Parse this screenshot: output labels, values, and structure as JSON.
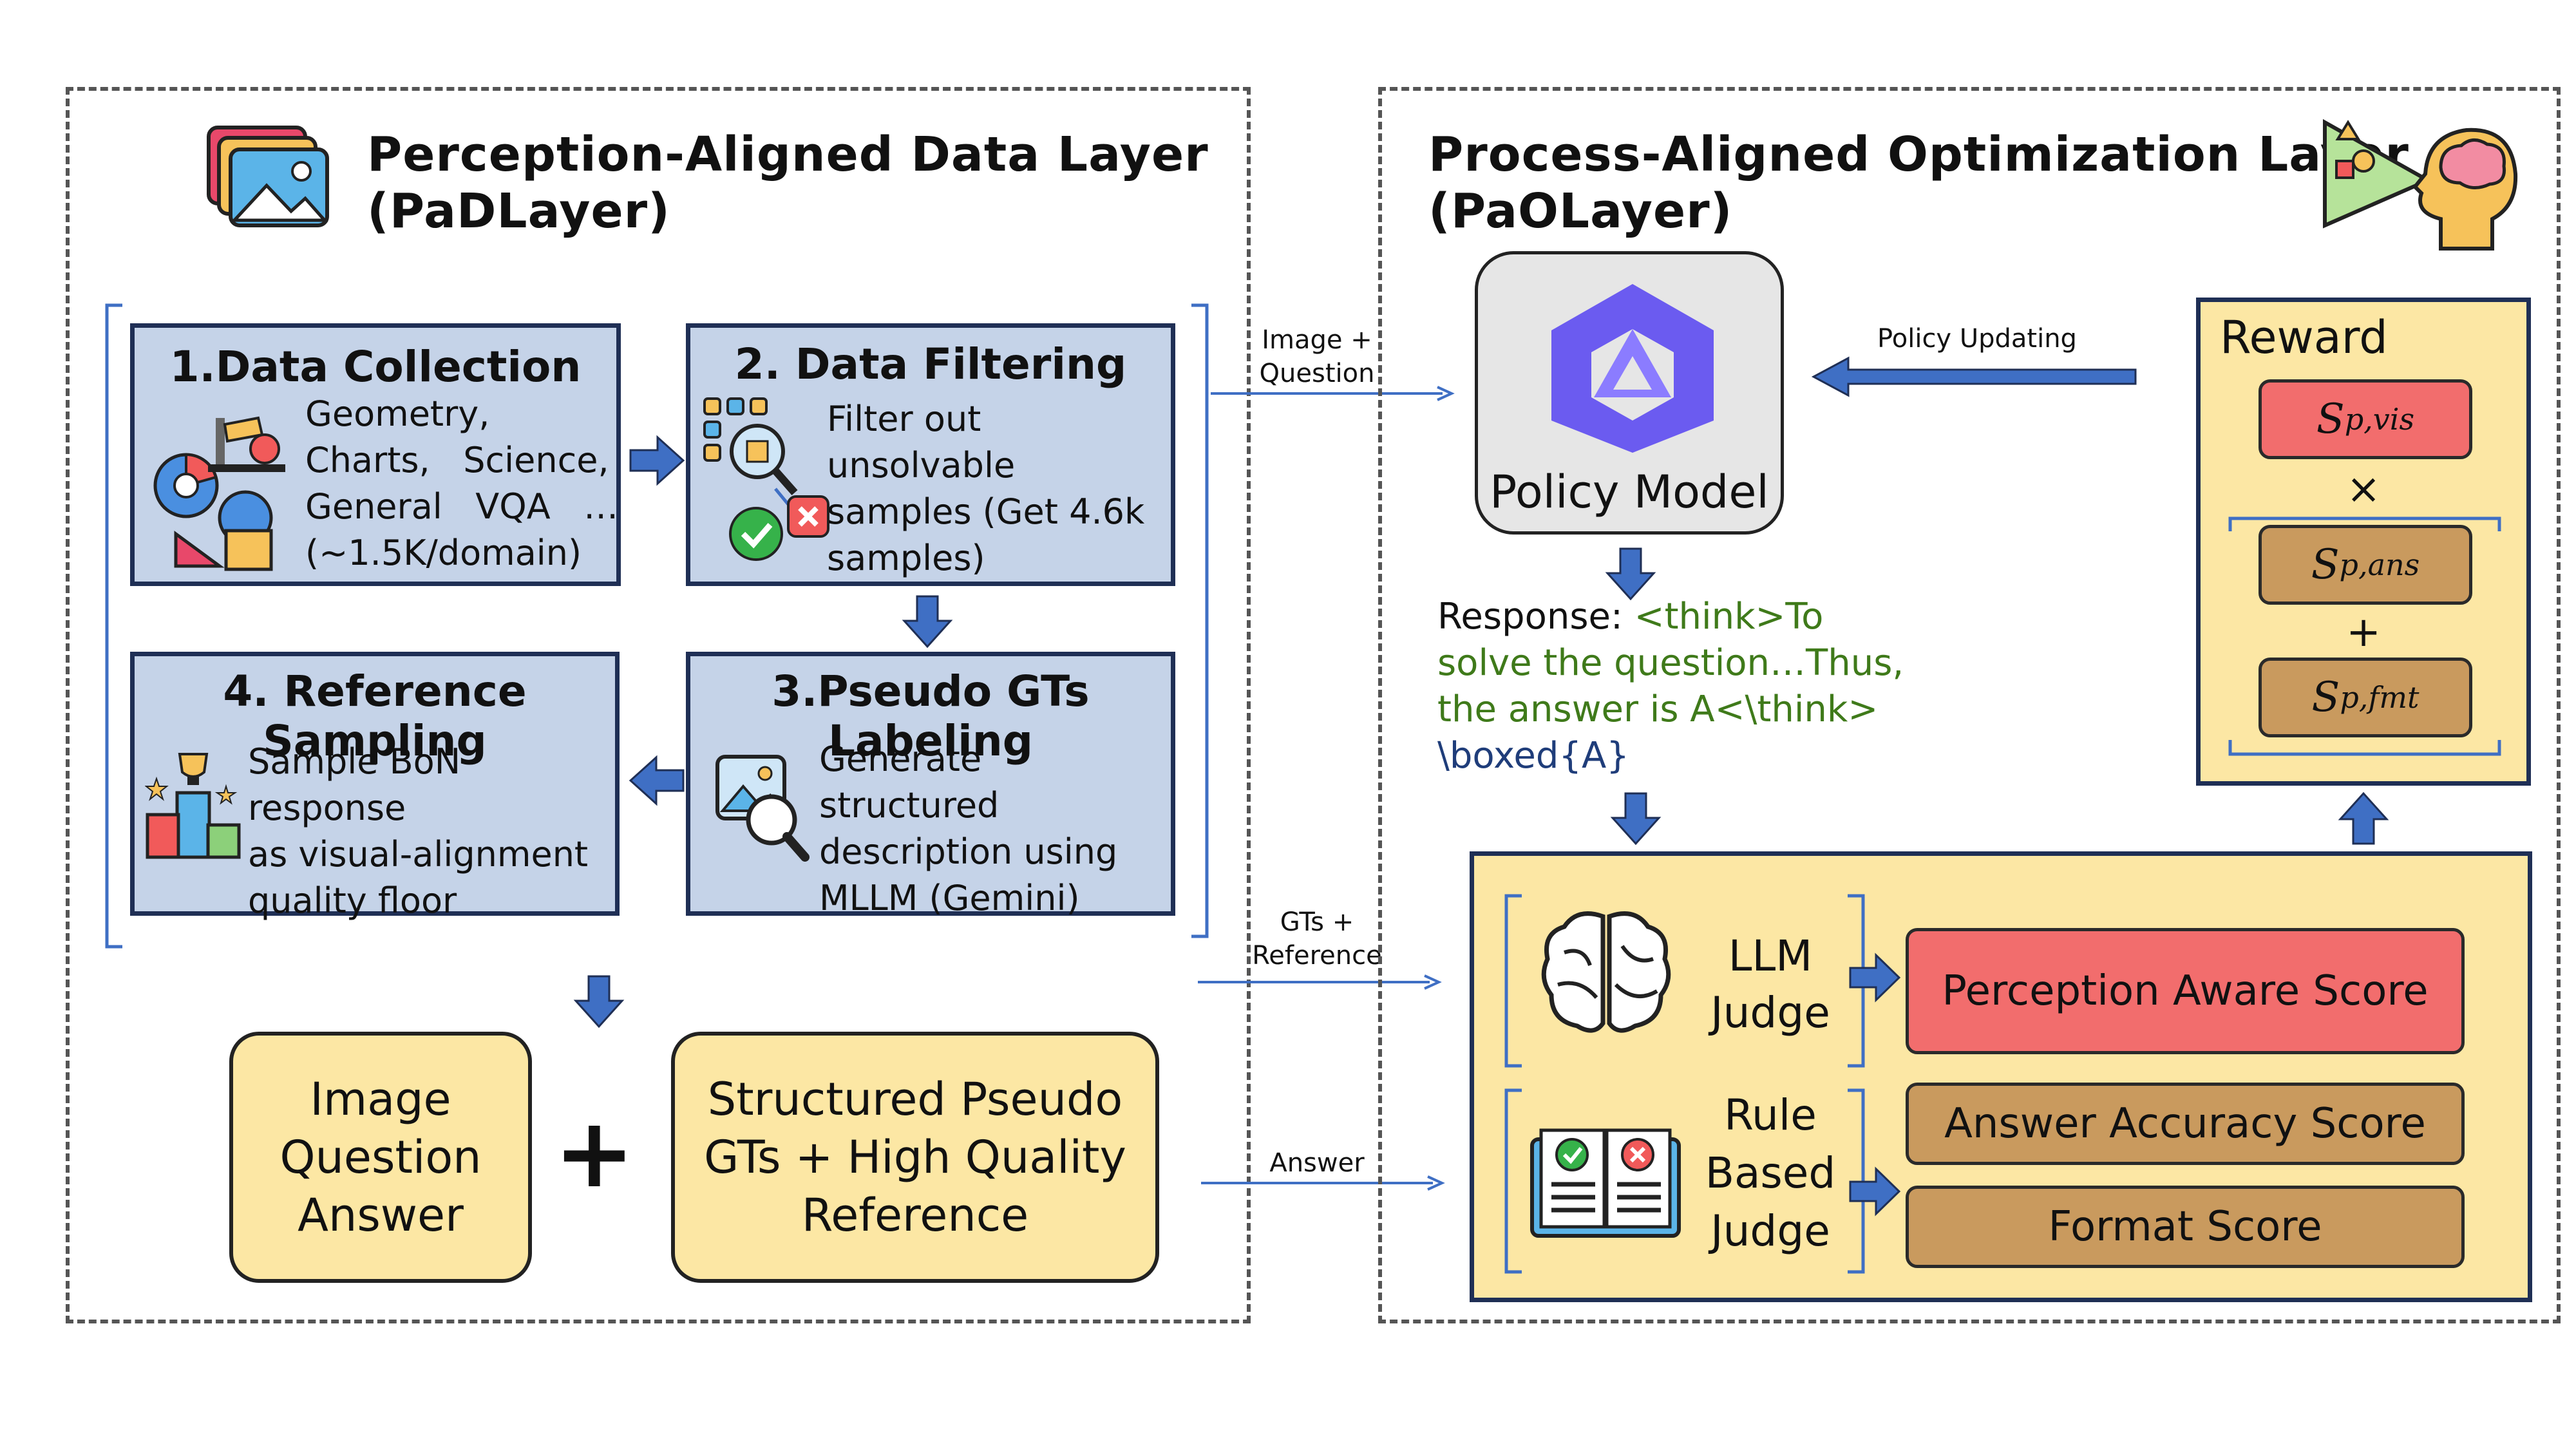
{
  "left_layer": {
    "title_line1": "Perception-Aligned Data Layer",
    "title_line2": "(PaDLayer)",
    "steps": {
      "s1": {
        "title": "1.Data Collection",
        "lines": [
          "Geometry,",
          "Charts,   Science,",
          "General   VQA   …",
          "(~1.5K/domain)"
        ]
      },
      "s2": {
        "title": "2. Data Filtering",
        "lines": [
          "Filter out unsolvable",
          "samples (Get 4.6k",
          "samples)"
        ]
      },
      "s3": {
        "title": "3.Pseudo GTs Labeling",
        "lines": [
          "Generate structured",
          "description using",
          "MLLM (Gemini)"
        ]
      },
      "s4": {
        "title": "4. Reference Sampling",
        "lines": [
          "Sample BoN response",
          "as visual-alignment",
          "quality floor"
        ]
      }
    },
    "output_left": [
      "Image",
      "Question",
      "Answer"
    ],
    "output_right": [
      "Structured Pseudo",
      "GTs + High Quality",
      "Reference"
    ],
    "plus": "+"
  },
  "connectors": {
    "image_question": [
      "Image +",
      "Question"
    ],
    "gts_reference": [
      "GTs +",
      "Reference"
    ],
    "answer": "Answer",
    "policy_updating": "Policy Updating"
  },
  "right_layer": {
    "title_line1": "Process-Aligned Optimization Layer",
    "title_line2": "(PaOLayer)",
    "policy_model": "Policy Model",
    "response_label": "Response:",
    "response_line1": "<think>To",
    "response_line2": "solve the question…Thus,",
    "response_line3": "the answer is A<\\think>",
    "response_line4": "\\boxed{A}",
    "reward": {
      "title": "Reward",
      "vis": {
        "base": "S",
        "sub": "p,vis"
      },
      "ans": {
        "base": "S",
        "sub": "p,ans"
      },
      "fmt": {
        "base": "S",
        "sub": "p,fmt"
      },
      "times": "×",
      "plus": "+"
    },
    "judges": {
      "llm": [
        "LLM",
        "Judge"
      ],
      "rule": [
        "Rule",
        "Based",
        "Judge"
      ],
      "perception_score": "Perception Aware Score",
      "answer_score": "Answer Accuracy Score",
      "format_score": "Format Score"
    }
  },
  "colors": {
    "step_fill": "#c5d3e8",
    "step_border": "#1f2f55",
    "yellow_fill": "#fce7a4",
    "red_score": "#f26d6d",
    "tan_score": "#c99a5e",
    "arrow_blue": "#3f6fc4",
    "policy_purple": "#6b5bf0"
  }
}
